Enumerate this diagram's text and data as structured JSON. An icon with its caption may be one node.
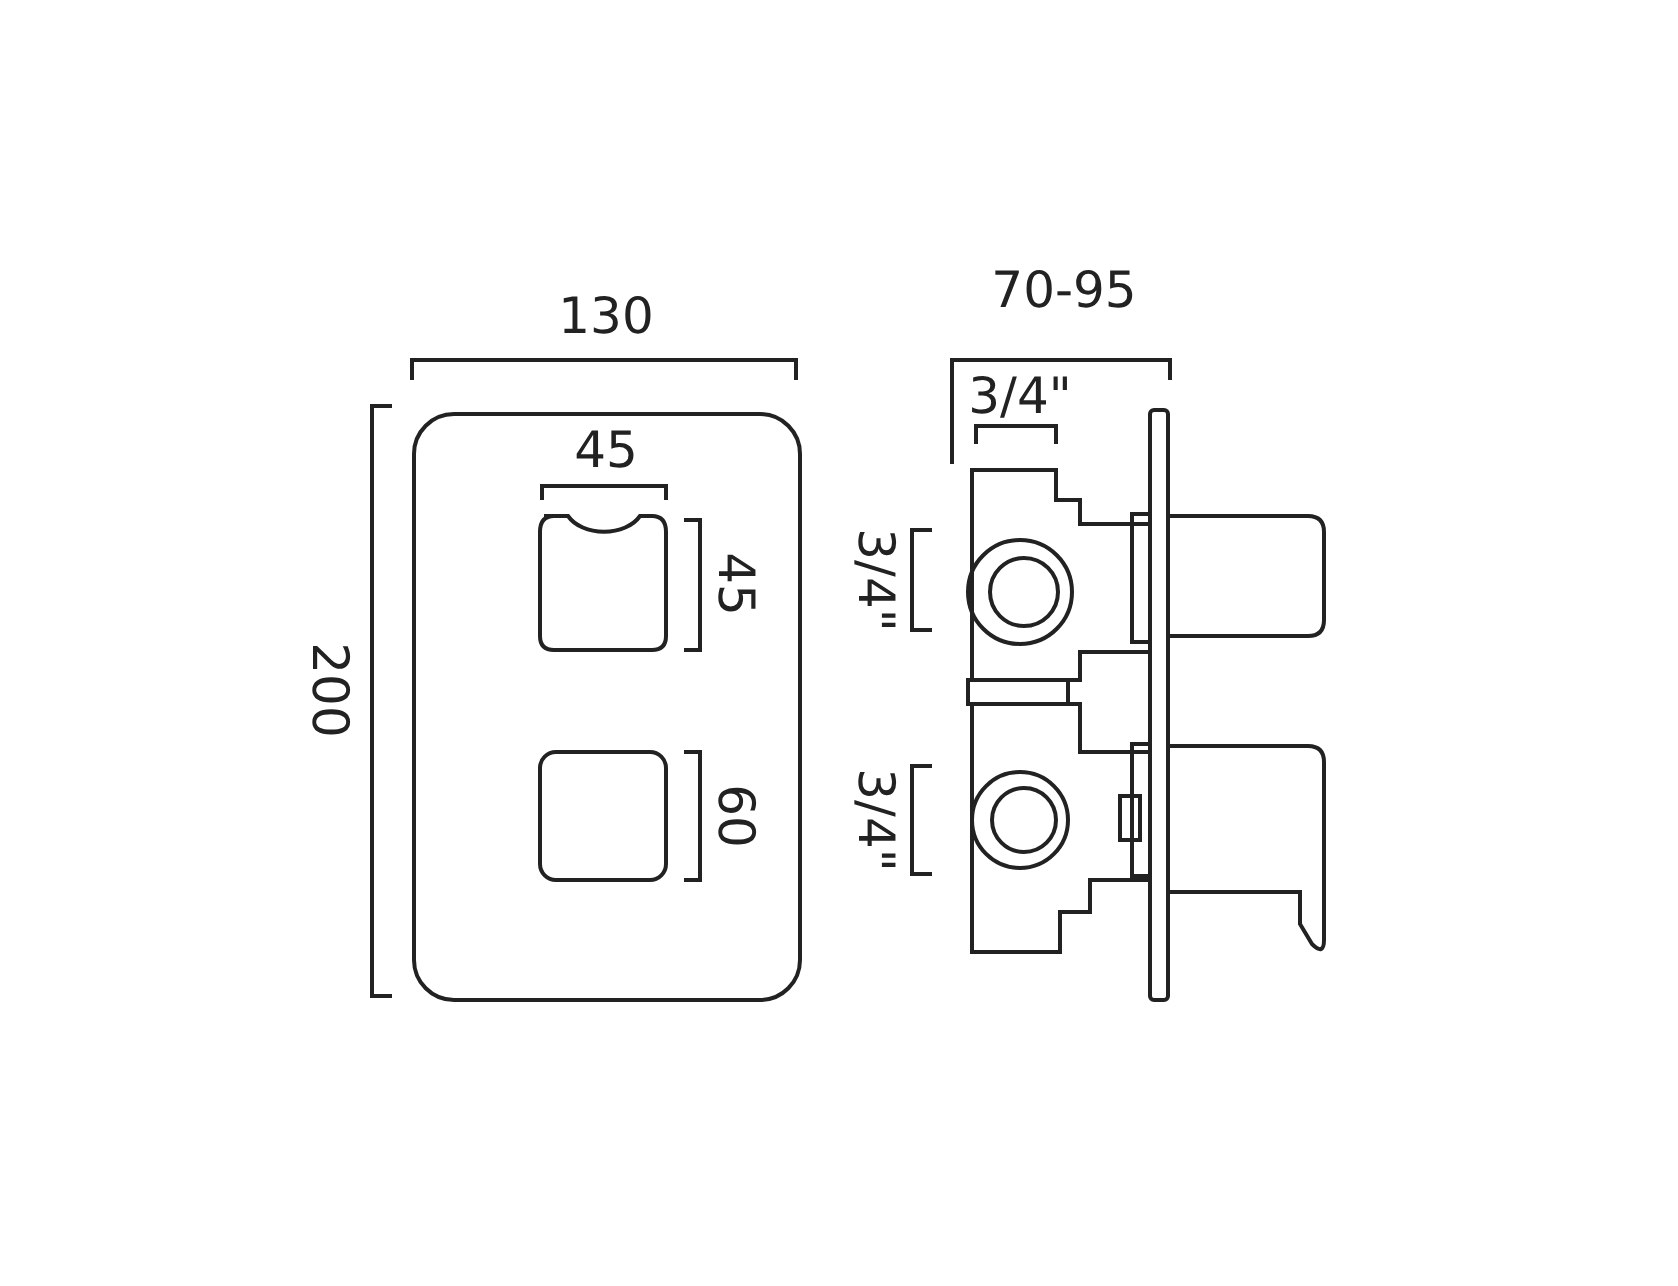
{
  "diagram": {
    "labels": [
      "130",
      "45",
      "45",
      "200",
      "60",
      "70-95",
      "3/4\"",
      "3/4\"",
      "3/4\""
    ]
  }
}
